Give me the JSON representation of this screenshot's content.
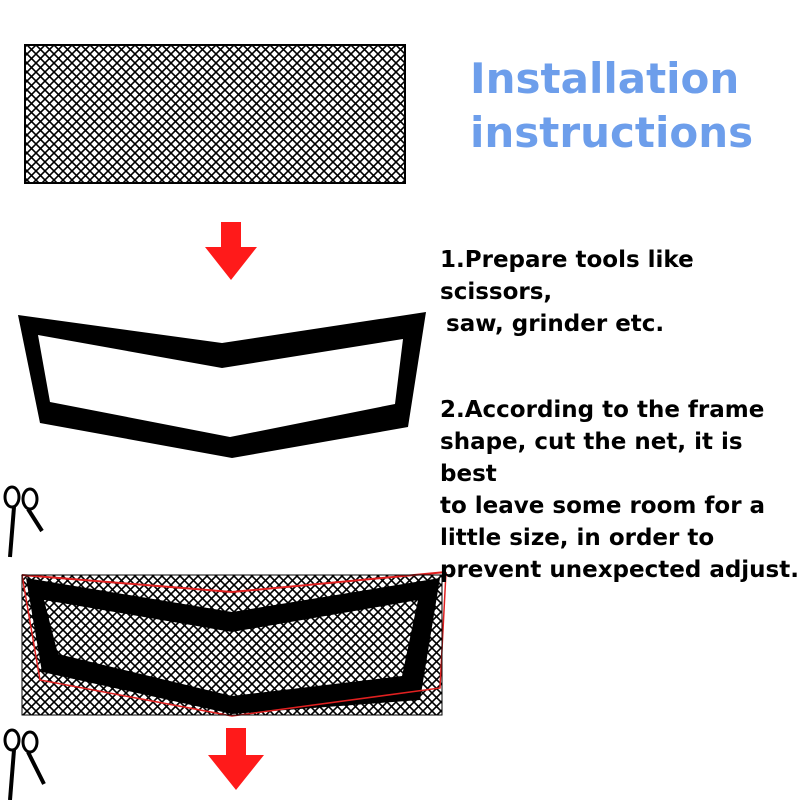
{
  "title": {
    "line1": "Installation",
    "line2": "instructions",
    "color": "#6d9eeb"
  },
  "steps": [
    {
      "lines": [
        "1.Prepare tools like scissors,",
        "saw, grinder etc."
      ]
    },
    {
      "lines": [
        "2.According to the frame",
        "shape, cut the net, it is best",
        "to leave some room for a",
        "little size, in order to",
        "prevent unexpected adjust."
      ]
    }
  ],
  "colors": {
    "arrow": "#ff1a1a",
    "frame": "#000000",
    "cut_line": "#e02020",
    "mesh": "#000000"
  },
  "icons": [
    "down-arrow-icon",
    "scissors-icon"
  ]
}
